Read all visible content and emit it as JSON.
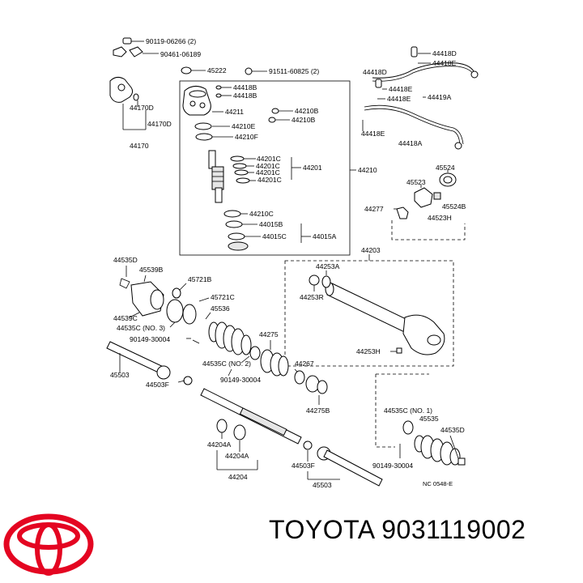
{
  "brand": "TOYOTA",
  "part_number": "9031119002",
  "diagram_code": "NC 0548-E",
  "brand_color": "#e40521",
  "labels": {
    "l90119": "90119-06266 (2)",
    "l90461": "90461-06189",
    "l45222": "45222",
    "l91511": "91511-60825 (2)",
    "l44418D_top": "44418D",
    "l44418E_top": "44418E",
    "l44418D_mid": "44418D",
    "l44418E_mid": "44418E",
    "l44418E_mid2": "44418E",
    "l44419A": "44419A",
    "l44418E_low": "44418E",
    "l44418A": "44418A",
    "l44418B_1": "44418B",
    "l44418B_2": "44418B",
    "l44211": "44211",
    "l44210B_1": "44210B",
    "l44210B_2": "44210B",
    "l44210E": "44210E",
    "l44210F": "44210F",
    "l44170D_1": "44170D",
    "l44170D_2": "44170D",
    "l44170": "44170",
    "l44201C_1": "44201C",
    "l44201C_2": "44201C",
    "l44201C_3": "44201C",
    "l44201C_4": "44201C",
    "l44201": "44201",
    "l44210": "44210",
    "l44210C": "44210C",
    "l44015B": "44015B",
    "l44015C": "44015C",
    "l44015A": "44015A",
    "l45524": "45524",
    "l45523": "45523",
    "l44277": "44277",
    "l45524B": "45524B",
    "l44523H": "44523H",
    "l44535D_top": "44535D",
    "l45539B": "45539B",
    "l45721B": "45721B",
    "l45721C": "45721C",
    "l45536": "45536",
    "l44539C": "44539C",
    "l44535C_no3": "44535C (NO. 3)",
    "l90149_1": "90149-30004",
    "l44275": "44275",
    "l44535C_no2": "44535C (NO. 2)",
    "l90149_2": "90149-30004",
    "l44267": "44267",
    "l45503_left": "45503",
    "l44503F_left": "44503F",
    "l44275B": "44275B",
    "l44203": "44203",
    "l44253A": "44253A",
    "l44253R": "44253R",
    "l44253H": "44253H",
    "l44535C_no1": "44535C (NO. 1)",
    "l45535": "45535",
    "l44535D_low": "44535D",
    "l44204A_1": "44204A",
    "l44204A_2": "44204A",
    "l44204": "44204",
    "l44503F_right": "44503F",
    "l45503_right": "45503",
    "l90149_3": "90149-30004"
  }
}
